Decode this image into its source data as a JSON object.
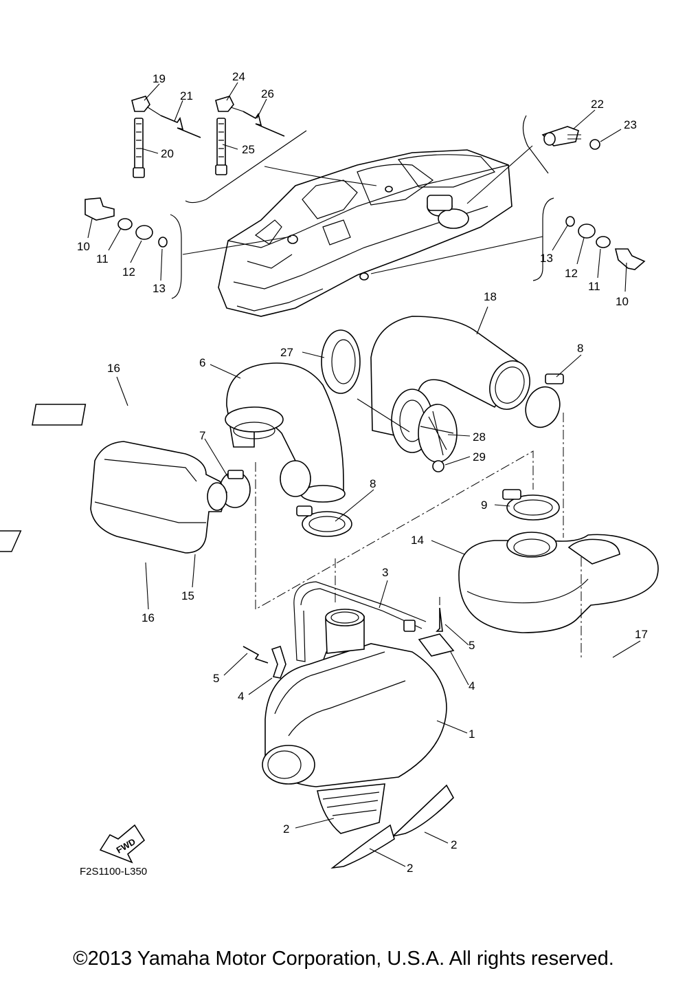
{
  "diagram_code": "F2S1100-L350",
  "fwd_label": "FWD",
  "copyright": "©2013 Yamaha Motor Corporation, U.S.A. All rights reserved.",
  "callouts": {
    "c1": "1",
    "c2a": "2",
    "c2b": "2",
    "c2c": "2",
    "c3": "3",
    "c4a": "4",
    "c4b": "4",
    "c5a": "5",
    "c5b": "5",
    "c6": "6",
    "c7": "7",
    "c8a": "8",
    "c8b": "8",
    "c9": "9",
    "c10a": "10",
    "c10b": "10",
    "c11a": "11",
    "c11b": "11",
    "c12a": "12",
    "c12b": "12",
    "c13a": "13",
    "c13b": "13",
    "c14": "14",
    "c15": "15",
    "c16a": "16",
    "c16b": "16",
    "c17": "17",
    "c18": "18",
    "c19": "19",
    "c20": "20",
    "c21": "21",
    "c22": "22",
    "c23": "23",
    "c24": "24",
    "c25": "25",
    "c26": "26",
    "c27": "27",
    "c28": "28",
    "c29": "29"
  }
}
